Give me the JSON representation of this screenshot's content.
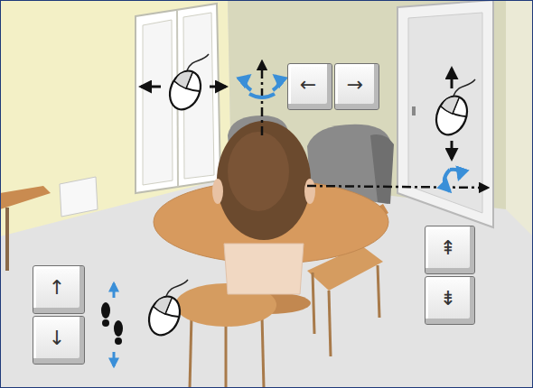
{
  "diagram": {
    "nodes": [
      {
        "text": [
          "←"
        ]
      },
      {
        "text": [
          "→"
        ]
      },
      {
        "text": [
          "⇞"
        ]
      },
      {
        "text": [
          "⇟"
        ]
      },
      {
        "text": [
          "↑"
        ]
      },
      {
        "text": [
          "↓"
        ]
      }
    ]
  }
}
